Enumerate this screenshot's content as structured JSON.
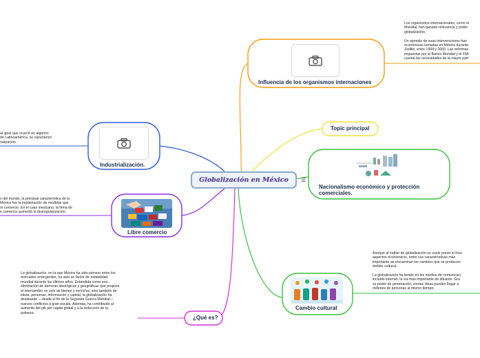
{
  "central": {
    "title": "Globalización en México"
  },
  "colors": {
    "orange": "#f39c12",
    "yellow": "#f1e43a",
    "green": "#36c23a",
    "blue": "#2a5bd7",
    "purple": "#8a2be2",
    "magenta": "#d62fd6"
  },
  "nodes": {
    "influencia": {
      "label": "Influencia de los organismos internaciones",
      "note": "Los organismos internacionales, como el\nMundial, han ganado relevancia y poder\nglobalización.\n\nUn ejemplo de esas intervenciones fuer\neconómicas tomadas en México durante\nZedillo, entre 1994 y 2000. Las reformas\nimpuestas por el Banco Mundial y el FMI\ncuenta las necesidades de la mayor part",
      "icon": "camera-icon"
    },
    "topic": {
      "label": "Topic principal"
    },
    "nacionalismo": {
      "label": "Nacionalismo económico y protección\ncomerciales."
    },
    "cambio": {
      "label": "Cambio cultural",
      "note": "Aunque al hablar de globalización se suele poner el foco\naspectos económicos, entre sus características más\nimportante se encuentran los cambios que se producen\námbito cultural.\n\nLa globalización ha tenido en los medios de comunicaci\nincluido internet, la vía más importante de difusión. Gra\nsu poder de penetración, ciertas ideas pueden llegar a\nmillones de personas al mismo tiempo."
    },
    "industrializacion": {
      "label": "Industrialización.",
      "note": "al igual que ocurrió en algunos\nde Latinoamérica, se caracterizó\nrialización.",
      "icon": "camera-icon"
    },
    "libre": {
      "label": "Libre comercio",
      "note": "o del mundo, la principal característica de la\nMéxico fue la implantación de medidas que\nre comercio. En el caso mexicano, la firma de\ne comercio aumentó la desregularización."
    },
    "que": {
      "label": "¿Qué es?",
      "note": "La globalización, en la que México ha sido pionero entre los\nmercados emergentes, ha sido un factor de estabilidad\nmundial durante los últimos años. Entendida como una\neliminación de barreras ideológicas y geográficas que propicia\nel intercambio no solo de bienes y servicios, sino también de\nideas, personas, información y capital, la globalización ha\ndesatando —desde el fin de la Segunda Guerra Mundial—\nnuevos conflictos a gran escala. Además, ha contribuido al\naumento del pib per cápita global y a la reducción de la\npobreza"
    }
  }
}
